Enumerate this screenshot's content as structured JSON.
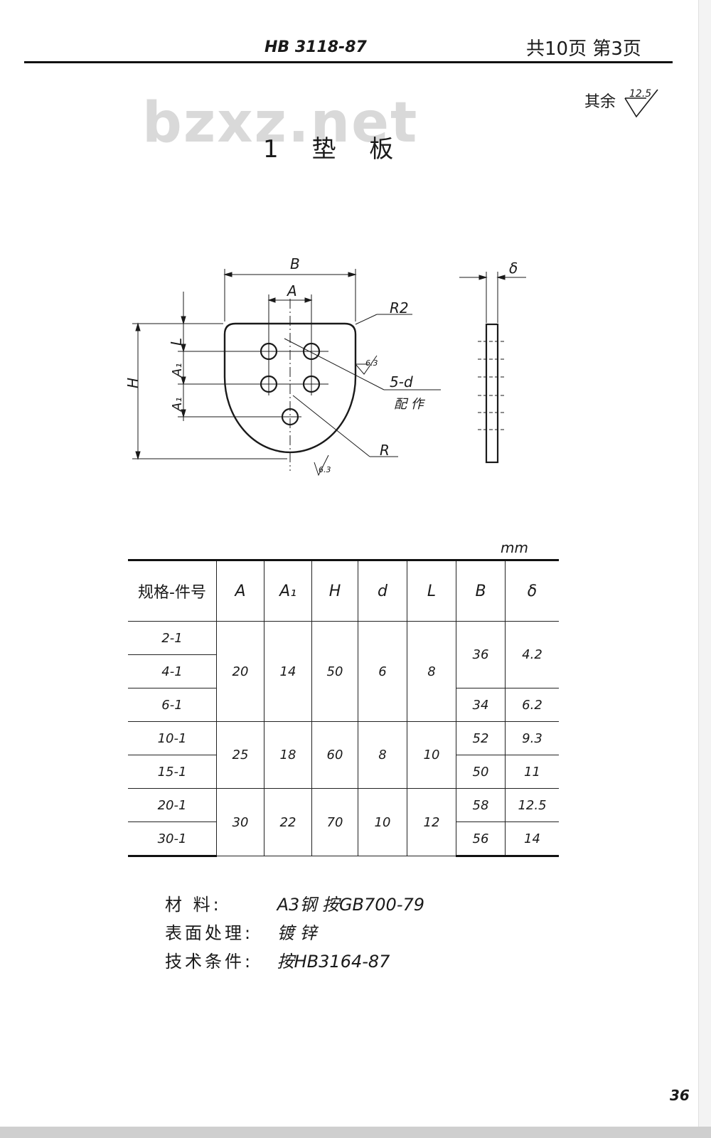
{
  "header": {
    "standard": "HB 3118-87",
    "pages": "共10页 第3页"
  },
  "watermark": "bzxz.net",
  "roughness": {
    "label": "其余",
    "value": "12.5"
  },
  "title": "1 垫 板",
  "drawing": {
    "labels": {
      "B": "B",
      "A": "A",
      "R2": "R2",
      "L": "L",
      "A1": "A₁",
      "A1b": "A₁",
      "H": "H",
      "five_d": "5-d",
      "peizuo": "配 作",
      "R": "R",
      "delta": "δ",
      "rough1": "6.3",
      "rough2": "6.3"
    }
  },
  "unit": "mm",
  "table": {
    "headers": [
      "规格-件号",
      "A",
      "A₁",
      "H",
      "d",
      "L",
      "B",
      "δ"
    ],
    "groups": [
      {
        "items": [
          "2-1",
          "4-1",
          "6-1"
        ],
        "A": "20",
        "A1": "14",
        "H": "50",
        "d": "6",
        "L": "8",
        "B": [
          "36",
          "34"
        ],
        "delta": [
          "4.2",
          "6.2"
        ]
      },
      {
        "items": [
          "10-1",
          "15-1"
        ],
        "A": "25",
        "A1": "18",
        "H": "60",
        "d": "8",
        "L": "10",
        "B": [
          "52",
          "50"
        ],
        "delta": [
          "9.3",
          "11"
        ]
      },
      {
        "items": [
          "20-1",
          "30-1"
        ],
        "A": "30",
        "A1": "22",
        "H": "70",
        "d": "10",
        "L": "12",
        "B": [
          "58",
          "56"
        ],
        "delta": [
          "12.5",
          "14"
        ]
      }
    ]
  },
  "notes": [
    {
      "label": "材 料:",
      "value": "A3钢 按GB700-79"
    },
    {
      "label": "表面处理:",
      "value": "镀 锌"
    },
    {
      "label": "技术条件:",
      "value": "按HB3164-87"
    }
  ],
  "page_number": "36"
}
